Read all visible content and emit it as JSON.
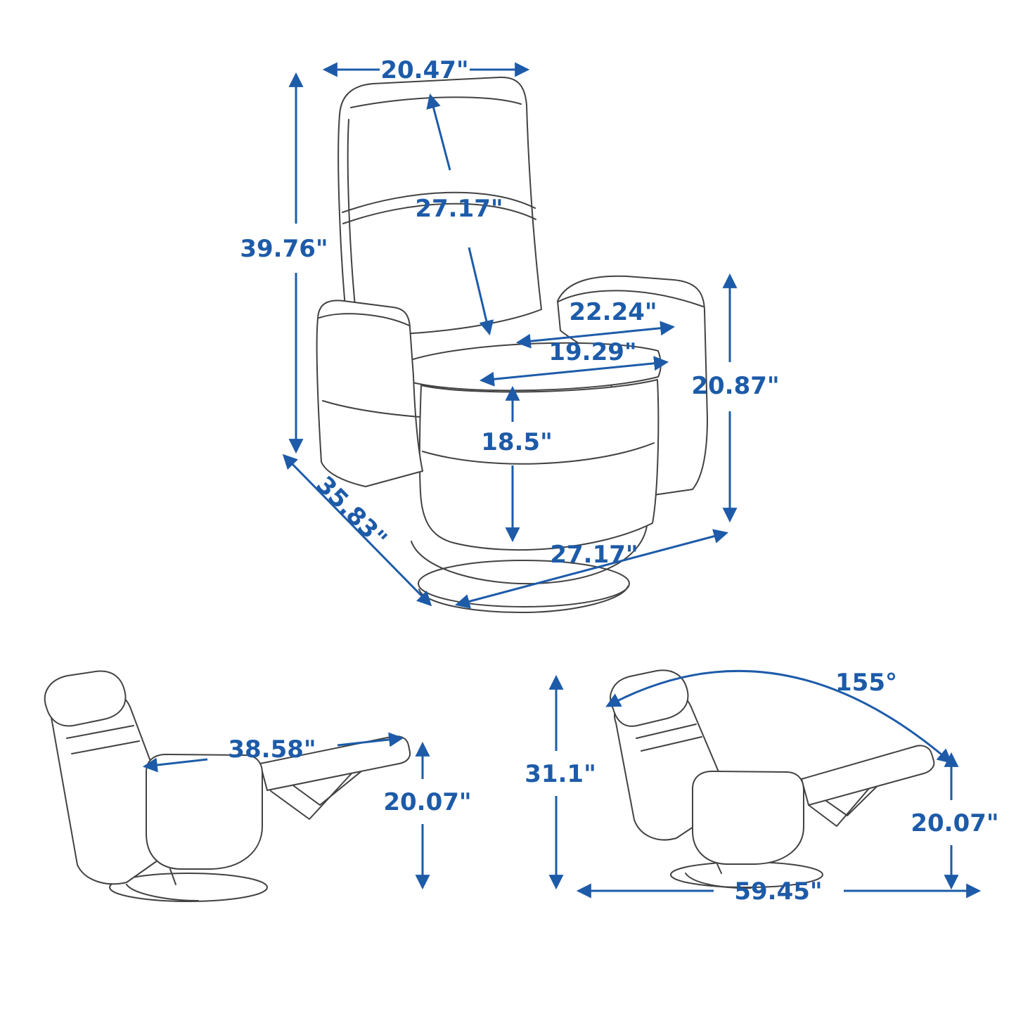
{
  "diagram": {
    "title": "recliner-dimension-diagram",
    "colors": {
      "dimension_accent": "#1d5ba9",
      "outline": "#424242",
      "background": "#ffffff"
    },
    "front_view": {
      "top_width": "20.47\"",
      "backrest_length": "27.17\"",
      "overall_height": "39.76\"",
      "seat_depth_diagonal": "22.24\"",
      "seat_width": "19.29\"",
      "seat_height": "18.5\"",
      "arm_height": "20.87\"",
      "overall_depth": "35.83\"",
      "overall_width": "27.17\""
    },
    "side_reclined_view": {
      "reclined_length": "38.58\"",
      "reclined_seat_height": "20.07\""
    },
    "full_recline_view": {
      "recline_angle": "155°",
      "reclined_back_height": "31.1\"",
      "footrest_height": "20.07\"",
      "full_recline_length": "59.45\""
    }
  }
}
